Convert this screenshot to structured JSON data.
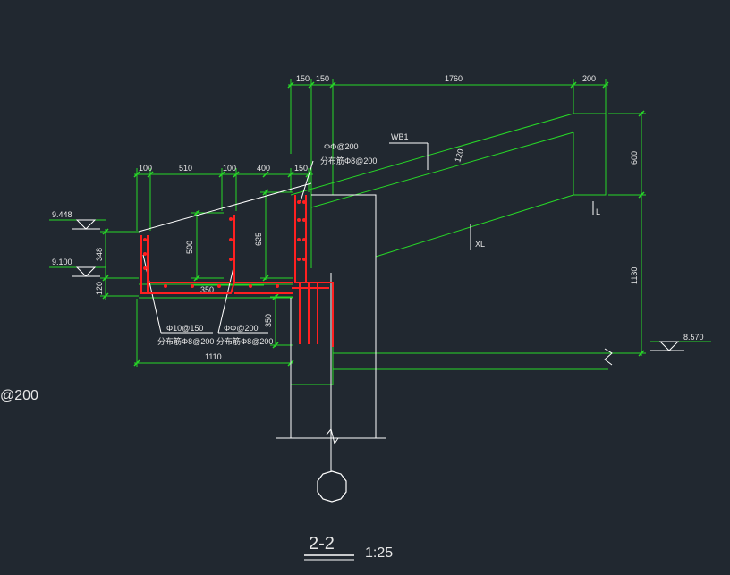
{
  "colors": {
    "background": "#212830",
    "dimension": "#27d827",
    "outline": "#ffffff",
    "rebar": "#ff2020",
    "text": "#e8e8e8"
  },
  "dims": {
    "top": {
      "d150a": "150",
      "d150b": "150",
      "d1760": "1760",
      "d200": "200"
    },
    "mid": {
      "d100a": "100",
      "d510": "510",
      "d100b": "100",
      "d400": "400",
      "d150": "150"
    },
    "vert": {
      "d348": "348",
      "d120v": "120",
      "d500": "500",
      "d625": "625",
      "d350v": "350",
      "d600": "600",
      "d1130": "1130",
      "d120s": "120"
    },
    "inner": {
      "d350h": "350"
    },
    "bottom": {
      "d1110": "1110"
    }
  },
  "elevations": {
    "e9448": "9.448",
    "e9100": "9.100",
    "e8570": "8.570"
  },
  "labels": {
    "wb1": "WB1",
    "xl": "XL",
    "l": "L",
    "rebar_top_1": "ΦΦ@200",
    "rebar_top_2": "分布筋Φ8@200",
    "rebar_bl_1": "Φ10@150",
    "rebar_bl_2": "分布筋Φ8@200",
    "rebar_br_1": "ΦΦ@200",
    "rebar_br_2": "分布筋Φ8@200",
    "left_fragment": "@200"
  },
  "title": {
    "section": "2-2",
    "scale": "1:25"
  }
}
